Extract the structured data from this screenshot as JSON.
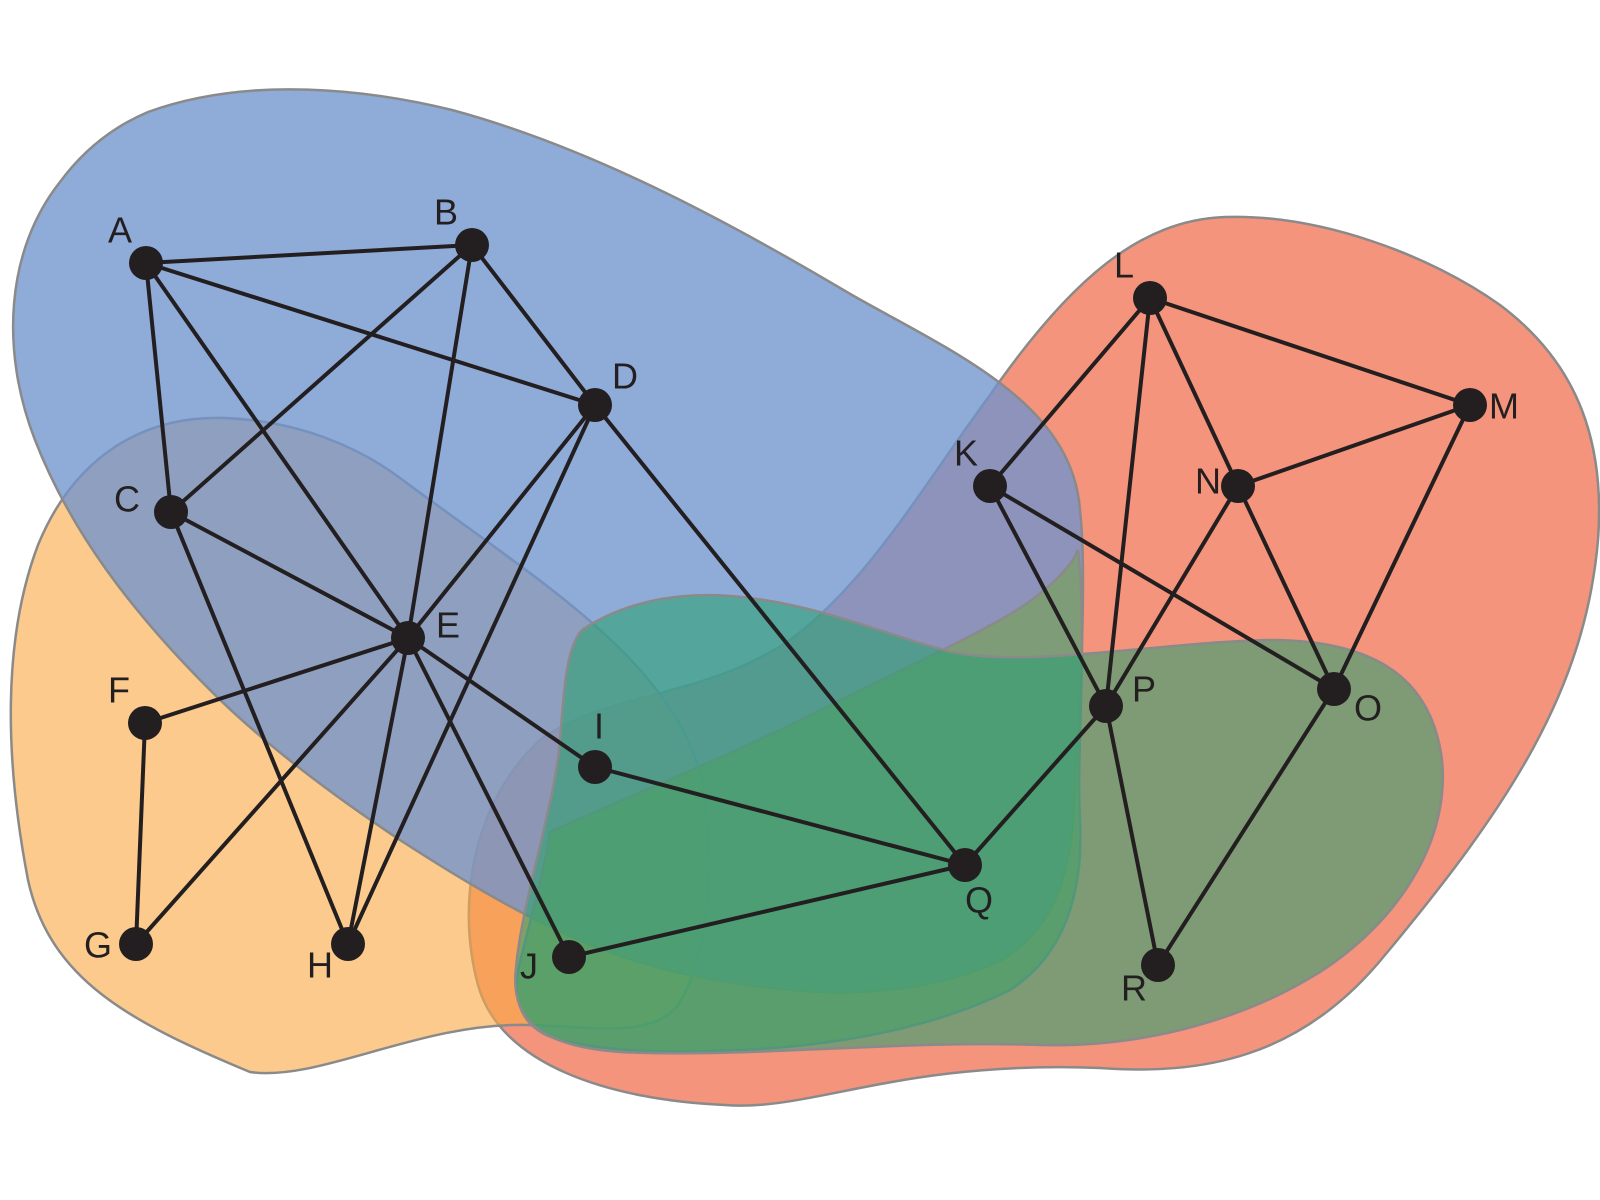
{
  "regions": [
    {
      "id": "red",
      "color": "#f07050",
      "opacity": 0.75
    },
    {
      "id": "orange",
      "color": "#f9a945",
      "opacity": 0.62
    },
    {
      "id": "blue",
      "color": "#6f93cd",
      "opacity": 0.78
    },
    {
      "id": "green",
      "color": "#2aa070",
      "opacity": 0.58
    },
    {
      "id": "olive",
      "color": "#7aa060",
      "opacity": 0.72
    }
  ],
  "nodes": [
    {
      "id": "A",
      "label": "A"
    },
    {
      "id": "B",
      "label": "B"
    },
    {
      "id": "C",
      "label": "C"
    },
    {
      "id": "D",
      "label": "D"
    },
    {
      "id": "E",
      "label": "E"
    },
    {
      "id": "F",
      "label": "F"
    },
    {
      "id": "G",
      "label": "G"
    },
    {
      "id": "H",
      "label": "H"
    },
    {
      "id": "I",
      "label": "I"
    },
    {
      "id": "J",
      "label": "J"
    },
    {
      "id": "K",
      "label": "K"
    },
    {
      "id": "L",
      "label": "L"
    },
    {
      "id": "M",
      "label": "M"
    },
    {
      "id": "N",
      "label": "N"
    },
    {
      "id": "O",
      "label": "O"
    },
    {
      "id": "P",
      "label": "P"
    },
    {
      "id": "Q",
      "label": "Q"
    },
    {
      "id": "R",
      "label": "R"
    }
  ],
  "edges": [
    [
      "A",
      "B"
    ],
    [
      "A",
      "C"
    ],
    [
      "A",
      "D"
    ],
    [
      "A",
      "E"
    ],
    [
      "B",
      "C"
    ],
    [
      "B",
      "D"
    ],
    [
      "B",
      "E"
    ],
    [
      "C",
      "E"
    ],
    [
      "C",
      "H"
    ],
    [
      "D",
      "E"
    ],
    [
      "D",
      "H"
    ],
    [
      "D",
      "Q"
    ],
    [
      "E",
      "F"
    ],
    [
      "E",
      "G"
    ],
    [
      "E",
      "H"
    ],
    [
      "E",
      "I"
    ],
    [
      "E",
      "J"
    ],
    [
      "F",
      "G"
    ],
    [
      "I",
      "Q"
    ],
    [
      "J",
      "Q"
    ],
    [
      "K",
      "L"
    ],
    [
      "K",
      "P"
    ],
    [
      "K",
      "O"
    ],
    [
      "L",
      "M"
    ],
    [
      "L",
      "N"
    ],
    [
      "L",
      "P"
    ],
    [
      "M",
      "N"
    ],
    [
      "M",
      "O"
    ],
    [
      "N",
      "O"
    ],
    [
      "N",
      "P"
    ],
    [
      "O",
      "R"
    ],
    [
      "P",
      "Q"
    ],
    [
      "P",
      "R"
    ]
  ]
}
